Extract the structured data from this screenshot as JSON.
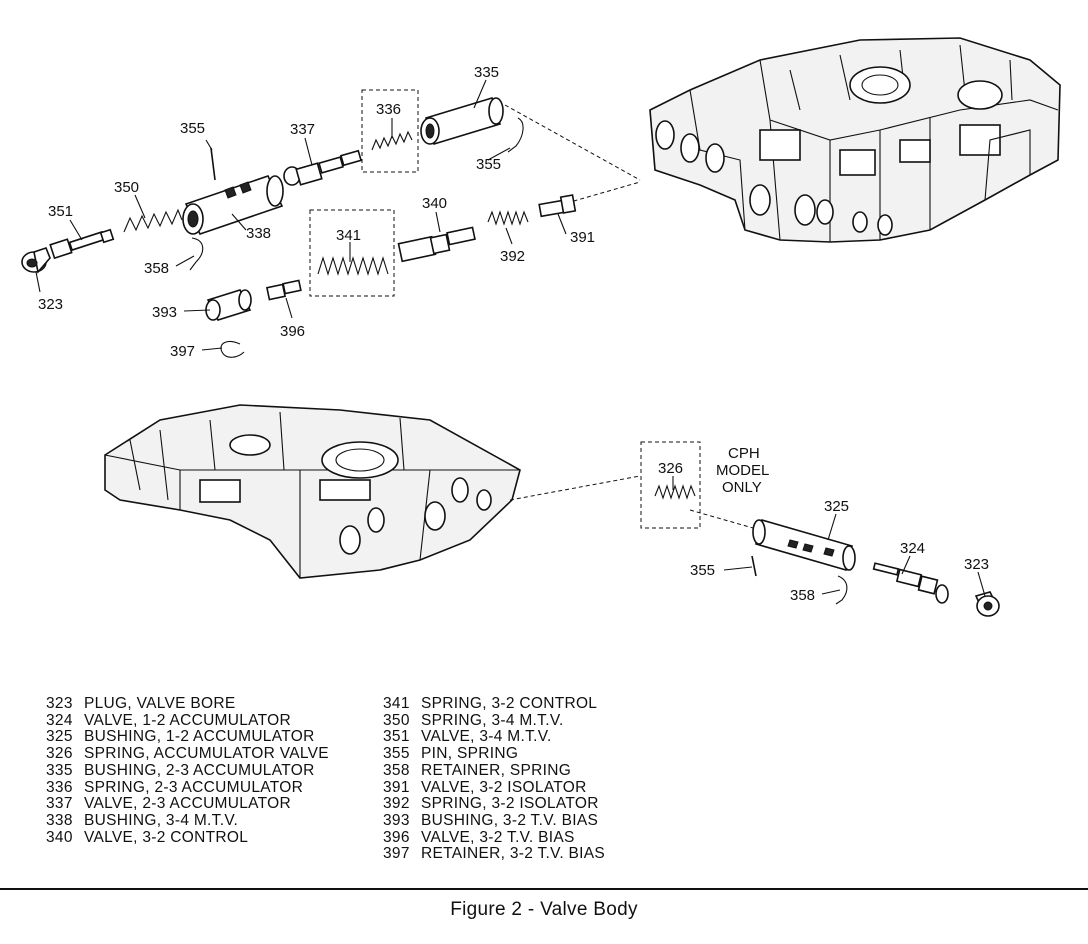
{
  "callouts": {
    "c335_top": "335",
    "c336_top": "336",
    "c355_top": "355",
    "c337": "337",
    "c355_mid": "355",
    "c350": "350",
    "c351": "351",
    "c338": "338",
    "c340": "340",
    "c341": "341",
    "c391": "391",
    "c392": "392",
    "c358_top": "358",
    "c323_top": "323",
    "c393": "393",
    "c396": "396",
    "c397": "397",
    "c326": "326",
    "c325": "325",
    "c355_bot": "355",
    "c324": "324",
    "c323_bot": "323",
    "c358_bot": "358"
  },
  "cph_note": [
    "CPH",
    "MODEL",
    "ONLY"
  ],
  "legend_left": [
    {
      "num": "323",
      "text": "PLUG, VALVE BORE"
    },
    {
      "num": "324",
      "text": "VALVE, 1-2 ACCUMULATOR"
    },
    {
      "num": "325",
      "text": "BUSHING, 1-2 ACCUMULATOR"
    },
    {
      "num": "326",
      "text": "SPRING, ACCUMULATOR VALVE"
    },
    {
      "num": "335",
      "text": "BUSHING, 2-3 ACCUMULATOR"
    },
    {
      "num": "336",
      "text": "SPRING, 2-3 ACCUMULATOR"
    },
    {
      "num": "337",
      "text": "VALVE, 2-3 ACCUMULATOR"
    },
    {
      "num": "338",
      "text": "BUSHING, 3-4 M.T.V."
    },
    {
      "num": "340",
      "text": "VALVE, 3-2 CONTROL"
    }
  ],
  "legend_right": [
    {
      "num": "341",
      "text": "SPRING, 3-2 CONTROL"
    },
    {
      "num": "350",
      "text": "SPRING, 3-4 M.T.V."
    },
    {
      "num": "351",
      "text": "VALVE, 3-4 M.T.V."
    },
    {
      "num": "355",
      "text": "PIN, SPRING"
    },
    {
      "num": "358",
      "text": "RETAINER, SPRING"
    },
    {
      "num": "391",
      "text": "VALVE, 3-2 ISOLATOR"
    },
    {
      "num": "392",
      "text": "SPRING, 3-2 ISOLATOR"
    },
    {
      "num": "393",
      "text": "BUSHING, 3-2 T.V. BIAS"
    },
    {
      "num": "396",
      "text": "VALVE, 3-2 T.V. BIAS"
    },
    {
      "num": "397",
      "text": "RETAINER, 3-2 T.V. BIAS"
    }
  ],
  "caption": "Figure 2 - Valve Body"
}
